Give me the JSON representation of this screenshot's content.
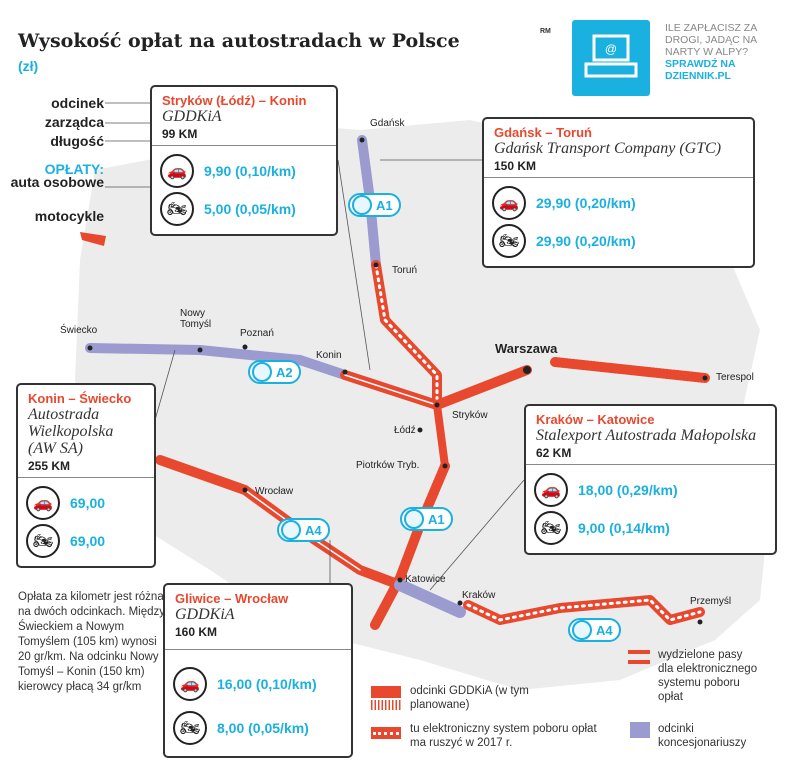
{
  "header": {
    "title": "Wysokość opłat na autostradach w Polsce",
    "unit": "(zł)",
    "credit": "RM"
  },
  "promo": {
    "question": "ILE ZAPŁACISZ ZA DROGI, JADĄC NA NARTY W ALPY?",
    "cta": "SPRAWDŹ NA DZIENNIK.PL",
    "icon": "laptop-at-icon"
  },
  "key_labels": {
    "section": "odcinek",
    "operator": "zarządca",
    "length": "długość",
    "fees": "OPŁATY:",
    "cars": "auta osobowe",
    "motorcycles": "motocykle"
  },
  "cities": {
    "gdansk": "Gdańsk",
    "torun": "Toruń",
    "swiecko": "Świecko",
    "nowy_tomysl": "Nowy\nTomyśl",
    "poznan": "Poznań",
    "konin": "Konin",
    "warszawa": "Warszawa",
    "terespol": "Terespol",
    "strykow": "Stryków",
    "lodz": "Łódź",
    "piotrkow": "Piotrków Tryb.",
    "wroclaw": "Wrocław",
    "katowice": "Katowice",
    "krakow": "Kraków",
    "przemysl": "Przemyśl"
  },
  "badges": {
    "a1_north": "A1",
    "a2": "A2",
    "a4_west": "A4",
    "a1_south": "A1",
    "a4_east": "A4"
  },
  "sections": [
    {
      "route": "Stryków (Łódź) – Konin",
      "operator": "GDDKiA",
      "length": "99 KM",
      "car": "9,90 (0,10/km)",
      "moto": "5,00 (0,05/km)"
    },
    {
      "route": "Gdańsk – Toruń",
      "operator": "Gdańsk Transport Company (GTC)",
      "length": "150 KM",
      "car": "29,90 (0,20/km)",
      "moto": "29,90 (0,20/km)"
    },
    {
      "route": "Konin – Świecko",
      "operator": "Autostrada Wielkopolska (AW SA)",
      "length": "255 KM",
      "car": "69,00",
      "moto": "69,00"
    },
    {
      "route": "Kraków – Katowice",
      "operator": "Stalexport Autostrada Małopolska",
      "length": "62 KM",
      "car": "18,00 (0,29/km)",
      "moto": "9,00 (0,14/km)"
    },
    {
      "route": "Gliwice – Wrocław",
      "operator": "GDDKiA",
      "length": "160 KM",
      "car": "16,00 (0,10/km)",
      "moto": "8,00 (0,05/km)"
    }
  ],
  "note": "Opłata za kilometr jest różna na dwóch odcinkach. Między Świeckiem a Nowym Tomyślem (105 km) wynosi 20 gr/km. Na odcinku Nowy Tomyśl – Konin (150 km) kierowcy płacą 34 gr/km",
  "legend": {
    "gddkia": "odcinki GDDKiA (w tym planowane)",
    "electronic": "tu elektroniczny system poboru opłat ma ruszyć w 2017 r.",
    "lanes": "wydzielone pasy dla elektronicznego systemu poboru opłat",
    "concession": "odcinki koncesjonariuszy"
  },
  "colors": {
    "red": "#e8482e",
    "purple": "#9b9bd0",
    "blue": "#1ab0e0"
  }
}
